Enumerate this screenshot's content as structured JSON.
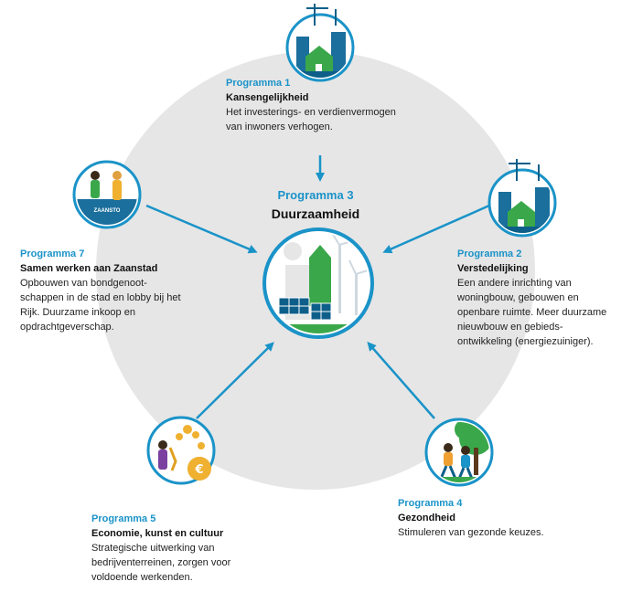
{
  "colors": {
    "accent": "#1a93c8",
    "ring": "#e6e6e6",
    "arrow": "#1a93c8",
    "green": "#3aa84a",
    "dark_blue": "#0d5f8a"
  },
  "center": {
    "program": "Programma 3",
    "name": "Duurzaamheid"
  },
  "programs": [
    {
      "id": "p1",
      "program": "Programma 1",
      "name": "Kansengelijkheid",
      "description_lines": [
        "Het investerings- en verdienvermogen",
        "van inwoners verhogen."
      ]
    },
    {
      "id": "p2",
      "program": "Programma 2",
      "name": "Verstedelijking",
      "description_lines": [
        "Een andere inrichting van",
        "woningbouw, gebouwen en",
        "openbare ruimte. Meer duurzame",
        "nieuwbouw en gebieds-",
        "ontwikkeling (energiezuiniger)."
      ]
    },
    {
      "id": "p4",
      "program": "Programma 4",
      "name": "Gezondheid",
      "description_lines": [
        "Stimuleren van gezonde keuzes."
      ]
    },
    {
      "id": "p5",
      "program": "Programma 5",
      "name": "Economie, kunst en cultuur",
      "description_lines": [
        "Strategische uitwerking van",
        "bedrijventerreinen, zorgen voor",
        "voldoende werkenden."
      ]
    },
    {
      "id": "p7",
      "program": "Programma 7",
      "name": "Samen werken aan Zaanstad",
      "description_lines": [
        "Opbouwen van bondgenoot-",
        "schappen in de stad en lobby bij het",
        "Rijk. Duurzame inkoop en",
        "opdrachtgeverschap."
      ]
    }
  ],
  "icon_texts": {
    "zaansto": "ZAANSTO"
  }
}
